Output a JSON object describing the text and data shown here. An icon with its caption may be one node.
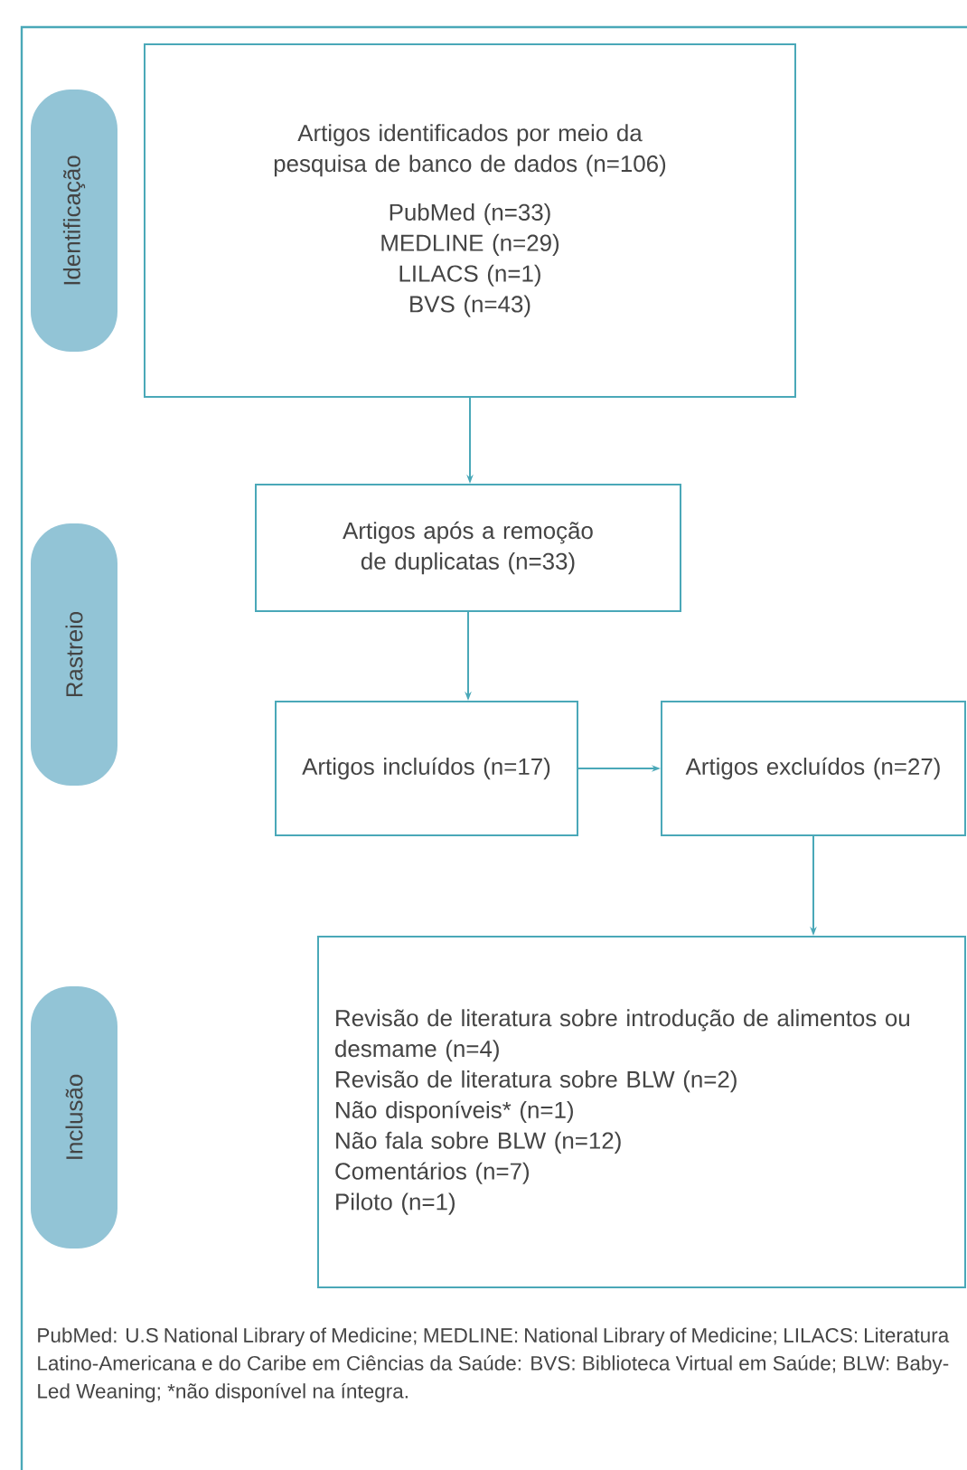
{
  "diagram": {
    "nodes": [
      {
        "text": [
          "Identificação"
        ]
      },
      {
        "text": [
          "Artigos identificados por meio da pesquisa de banco de dados (n=106)",
          "PubMed (n=33)",
          "MEDLINE (n=29)",
          "LILACS (n=1)",
          "BVS (n=43)"
        ]
      },
      {
        "text": [
          "Artigos após a remoção de duplicatas (n=33)"
        ]
      },
      {
        "text": [
          "Rastreio"
        ]
      },
      {
        "text": [
          "Artigos incluídos (n=17)"
        ]
      },
      {
        "text": [
          "Artigos excluídos (n=27)"
        ]
      },
      {
        "text": [
          "Inclusão"
        ]
      },
      {
        "text": [
          "Revisão de literatura sobre introdução de alimentos ou desmame (n=4)",
          "Revisão de literatura sobre BLW (n=2)",
          "Não disponíveis* (n=1)",
          "Não fala sobre BLW (n=12)",
          "Comentários (n=7)",
          "Piloto (n=1)"
        ]
      }
    ],
    "edges": [
      {
        "from": 1,
        "to": 2,
        "arrow": "to"
      },
      {
        "from": 2,
        "to": 4,
        "arrow": "to"
      },
      {
        "from": 4,
        "to": 5,
        "arrow": "to"
      },
      {
        "from": 5,
        "to": 7,
        "arrow": "to"
      }
    ],
    "labels": [
      "PubMed: U.S National Library of Medicine; MEDLINE: National Library of Medicine; LILACS: Literatura Latino-Americana e do Caribe em Ciências da Saúde: BVS: Biblioteca Virtual em Saúde; BLW: Baby-Led Weaning; *não disponível na íntegra."
    ]
  }
}
